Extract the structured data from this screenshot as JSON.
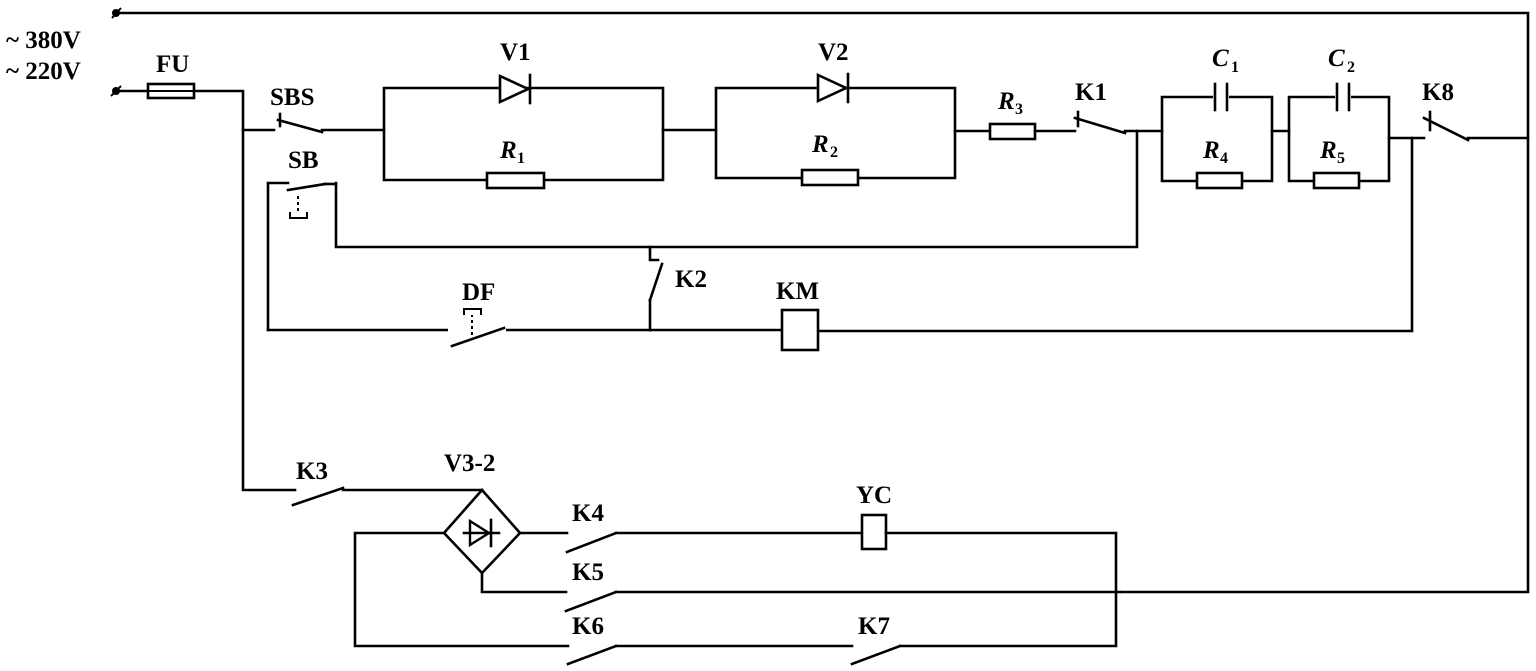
{
  "supply": {
    "line1": "~ 380V",
    "line2": "~ 220V"
  },
  "components": {
    "fuse": "FU",
    "switch_sbs": "SBS",
    "button_sb": "SB",
    "diode_v1": "V1",
    "diode_v2": "V2",
    "r1": {
      "letter": "R",
      "sub": "1"
    },
    "r2": {
      "letter": "R",
      "sub": "2"
    },
    "r3": {
      "letter": "R",
      "sub": "3"
    },
    "r4": {
      "letter": "R",
      "sub": "4"
    },
    "r5": {
      "letter": "R",
      "sub": "5"
    },
    "c1": {
      "letter": "C",
      "sub": "1"
    },
    "c2": {
      "letter": "C",
      "sub": "2"
    },
    "k1": "K1",
    "k2": "K2",
    "k8": "K8",
    "df": "DF",
    "km": "KM",
    "k3": "K3",
    "bridge": "V3-2",
    "k4": "K4",
    "k5": "K5",
    "k6": "K6",
    "k7": "K7",
    "yc": "YC"
  }
}
